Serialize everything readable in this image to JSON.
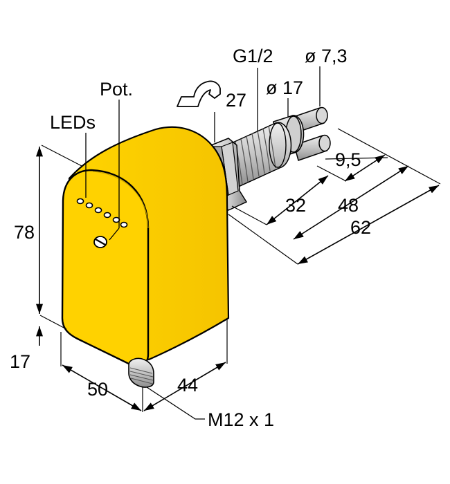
{
  "labels": {
    "leds": "LEDs",
    "pot": "Pot.",
    "wrench_size": "27",
    "thread": "G1/2",
    "dia_small": "ø 7,3",
    "dia_large": "ø 17",
    "dim_95": "9,5",
    "dim_32": "32",
    "dim_48": "48",
    "dim_62": "62",
    "dim_78": "78",
    "dim_17": "17",
    "dim_50": "50",
    "dim_44": "44",
    "connector": "M12 x 1"
  },
  "colors": {
    "housing": "#ffd200",
    "housing_dark": "#e8b800",
    "outline": "#000000",
    "metal_light": "#e4e4e4",
    "metal_mid": "#bdbdbd",
    "metal_dark": "#8a8a8a"
  },
  "icons": {
    "wrench": "wrench-icon",
    "potentiometer": "potentiometer-icon",
    "led": "led-indicator-icon"
  }
}
